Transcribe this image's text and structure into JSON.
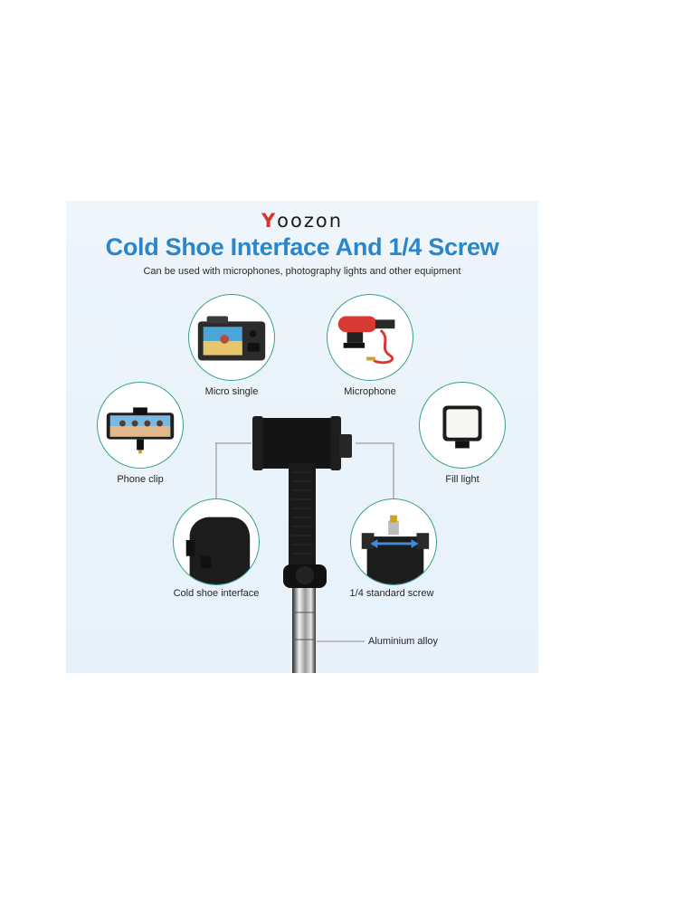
{
  "brand": {
    "prefix": "Y",
    "rest": "oozon"
  },
  "header": {
    "title": "Cold Shoe Interface And 1/4 Screw",
    "subtitle": "Can be used with microphones, photography lights and other equipment"
  },
  "features": [
    {
      "label": "Micro single",
      "icon": "camera-icon"
    },
    {
      "label": "Microphone",
      "icon": "microphone-icon"
    },
    {
      "label": "Phone clip",
      "icon": "phone-clip-icon"
    },
    {
      "label": "Fill light",
      "icon": "fill-light-icon"
    },
    {
      "label": "Cold shoe interface",
      "icon": "cold-shoe-icon"
    },
    {
      "label": "1/4 standard screw",
      "icon": "screw-icon"
    }
  ],
  "callout": {
    "label": "Aluminium alloy"
  },
  "colors": {
    "accent": "#2a86c8",
    "ring": "#35a08e",
    "background": "#e9f3fb",
    "brand_y": "#d8342c"
  }
}
